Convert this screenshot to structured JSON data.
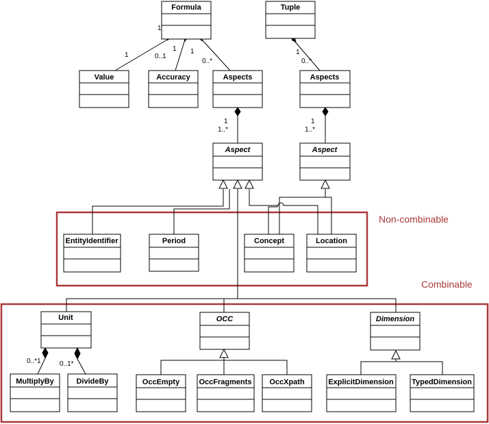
{
  "classes": {
    "formula": {
      "name": "Formula",
      "abstract": false
    },
    "tuple": {
      "name": "Tuple",
      "abstract": false
    },
    "value": {
      "name": "Value",
      "abstract": false
    },
    "accuracy": {
      "name": "Accuracy",
      "abstract": false
    },
    "aspects_formula": {
      "name": "Aspects",
      "abstract": false
    },
    "aspects_tuple": {
      "name": "Aspects",
      "abstract": false
    },
    "aspect_formula": {
      "name": "Aspect",
      "abstract": true
    },
    "aspect_tuple": {
      "name": "Aspect",
      "abstract": true
    },
    "entity_identifier": {
      "name": "EntityIdentifier",
      "abstract": false
    },
    "period": {
      "name": "Period",
      "abstract": false
    },
    "concept": {
      "name": "Concept",
      "abstract": false
    },
    "location": {
      "name": "Location",
      "abstract": false
    },
    "unit": {
      "name": "Unit",
      "abstract": false
    },
    "occ": {
      "name": "OCC",
      "abstract": true
    },
    "dimension": {
      "name": "Dimension",
      "abstract": true
    },
    "multiply_by": {
      "name": "MultiplyBy",
      "abstract": false
    },
    "divide_by": {
      "name": "DivideBy",
      "abstract": false
    },
    "occ_empty": {
      "name": "OccEmpty",
      "abstract": false
    },
    "occ_fragments": {
      "name": "OccFragments",
      "abstract": false
    },
    "occ_xpath": {
      "name": "OccXpath",
      "abstract": false
    },
    "explicit_dimension": {
      "name": "ExplicitDimension",
      "abstract": false
    },
    "typed_dimension": {
      "name": "TypedDimension",
      "abstract": false
    }
  },
  "groups": {
    "non_combinable": "Non-combinable",
    "combinable": "Combinable"
  },
  "multiplicities": {
    "formula_side": "1",
    "value_formula": "1",
    "accuracy_formula": "0..1",
    "accuracy_end": "1",
    "aspects_formula": "1",
    "aspects_end": "0..*",
    "tuple_side": "1",
    "tuple_aspects": "0..*",
    "aspects_aspect_f_1": "1",
    "aspects_aspect_f_2": "1..*",
    "aspects_aspect_t_1": "1",
    "aspects_aspect_t_2": "1..*",
    "multiply_by": "0..*1",
    "divide_by": "0..1*"
  },
  "colors": {
    "group_border": "#a9383a",
    "line": "#000000",
    "box_fill": "#ffffff"
  }
}
